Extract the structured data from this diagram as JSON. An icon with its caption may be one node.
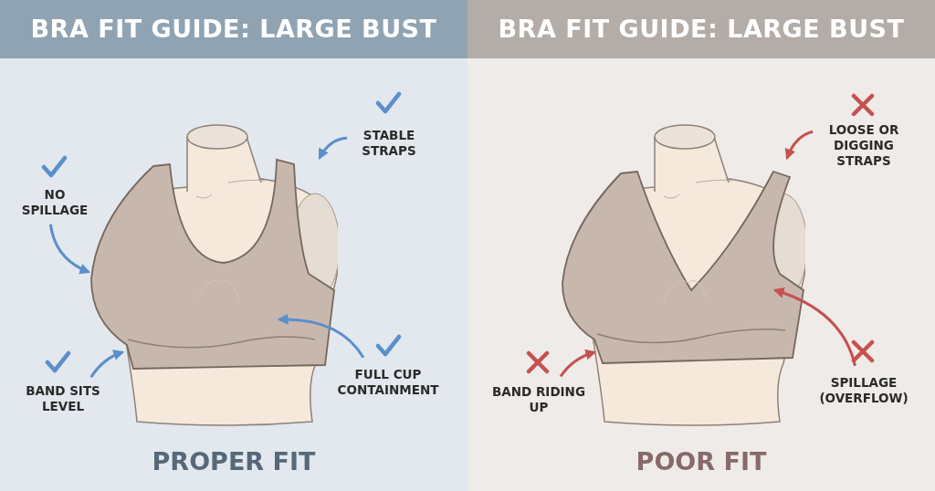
{
  "diagram": {
    "nodes": [
      {
        "text": [
          "BRA FIT GUIDE: LARGE BUST",
          "PROPER FIT"
        ]
      },
      {
        "text": [],
        "shape": "picture",
        "in": 0
      },
      {
        "text": [
          "STABLE STRAPS"
        ],
        "in": 0
      },
      {
        "text": [
          "NO SPILLAGE"
        ],
        "in": 0
      },
      {
        "text": [
          "BAND SITS LEVEL"
        ],
        "in": 0
      },
      {
        "text": [
          "FULL CUP CONTAINMENT"
        ],
        "in": 0
      },
      {
        "text": [
          "BRA FIT GUIDE: LARGE BUST",
          "POOR FIT"
        ]
      },
      {
        "text": [],
        "shape": "picture",
        "in": 6
      },
      {
        "text": [
          "LOOSE OR DIGGING STRAPS"
        ],
        "in": 6
      },
      {
        "text": [
          "BAND RIDING UP"
        ],
        "in": 6
      },
      {
        "text": [
          "SPILLAGE (OVERFLOW)"
        ],
        "in": 6
      }
    ],
    "edges": [
      {
        "from": 2,
        "to": 1,
        "arrow": "to"
      },
      {
        "from": 3,
        "to": 1,
        "arrow": "to"
      },
      {
        "from": 4,
        "to": 1,
        "arrow": "to"
      },
      {
        "from": 5,
        "to": 1,
        "arrow": "to"
      },
      {
        "from": 8,
        "to": 7,
        "arrow": "to",
        "color": "#c4524f"
      },
      {
        "from": 9,
        "to": 7,
        "arrow": "to",
        "color": "#c4524f"
      },
      {
        "from": 10,
        "to": 7,
        "arrow": "to",
        "color": "#c4524f"
      }
    ]
  }
}
